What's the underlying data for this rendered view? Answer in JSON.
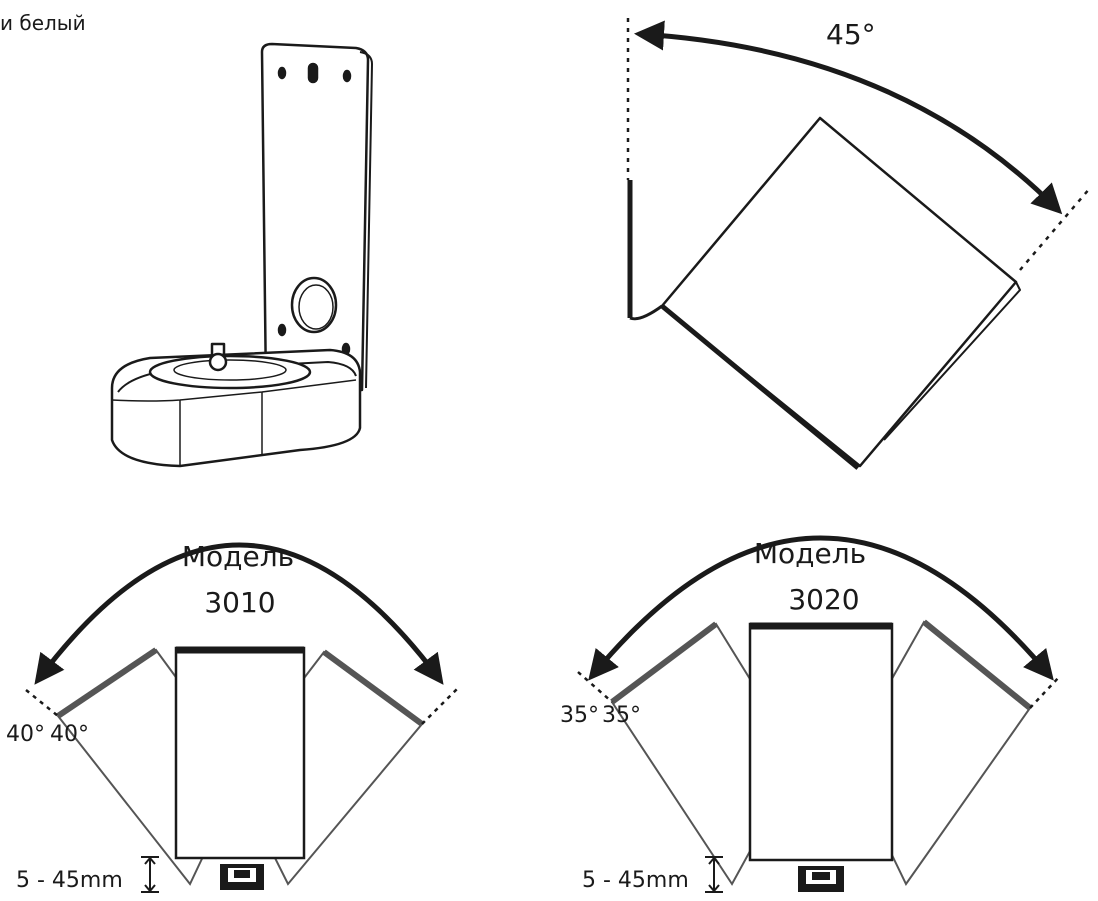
{
  "top_left": {
    "caption": "и белый"
  },
  "top_right": {
    "angle_label": "45°"
  },
  "model_3010": {
    "title_line1": "Модель",
    "title_line2": "3010",
    "angle_left": "40°",
    "angle_right": "40°",
    "distance": "5 - 45mm"
  },
  "model_3020": {
    "title_line1": "Модель",
    "title_line2": "3020",
    "angle_left": "35°",
    "angle_right": "35°",
    "distance": "5 - 45mm"
  },
  "colors": {
    "line": "#1a1a1a",
    "grey_edge": "#555555"
  }
}
